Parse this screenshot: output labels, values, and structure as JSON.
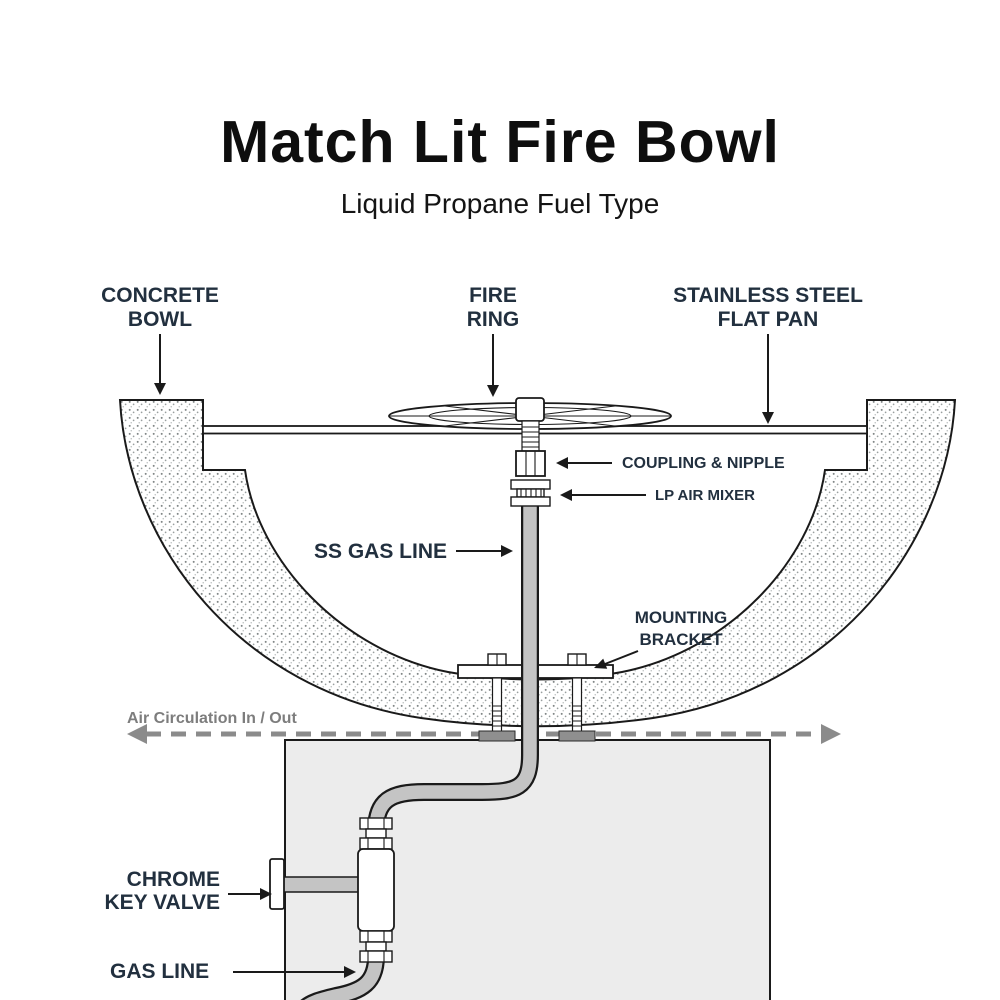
{
  "title": "Match Lit Fire Bowl",
  "subtitle": "Liquid Propane Fuel Type",
  "callouts": {
    "concrete_bowl_1": "CONCRETE",
    "concrete_bowl_2": "BOWL",
    "fire_ring_1": "FIRE",
    "fire_ring_2": "RING",
    "flat_pan_1": "STAINLESS STEEL",
    "flat_pan_2": "FLAT PAN",
    "coupling_nipple": "COUPLING & NIPPLE",
    "lp_air_mixer": "LP AIR MIXER",
    "ss_gas_line": "SS GAS LINE",
    "mounting_bracket_1": "MOUNTING",
    "mounting_bracket_2": "BRACKET",
    "air_circulation": "Air Circulation In / Out",
    "chrome_key_valve_1": "CHROME",
    "chrome_key_valve_2": "KEY VALVE",
    "gas_line": "GAS LINE"
  },
  "colors": {
    "callout_text": "#22303f",
    "air_circulation_text": "#7d7d7d",
    "air_circulation_arrow": "#8b8b8b",
    "line": "#1a1a1a",
    "pedestal_fill": "#ececec",
    "pipe_fill": "#c4c4c4",
    "stipple_dot": "#7f8585"
  }
}
